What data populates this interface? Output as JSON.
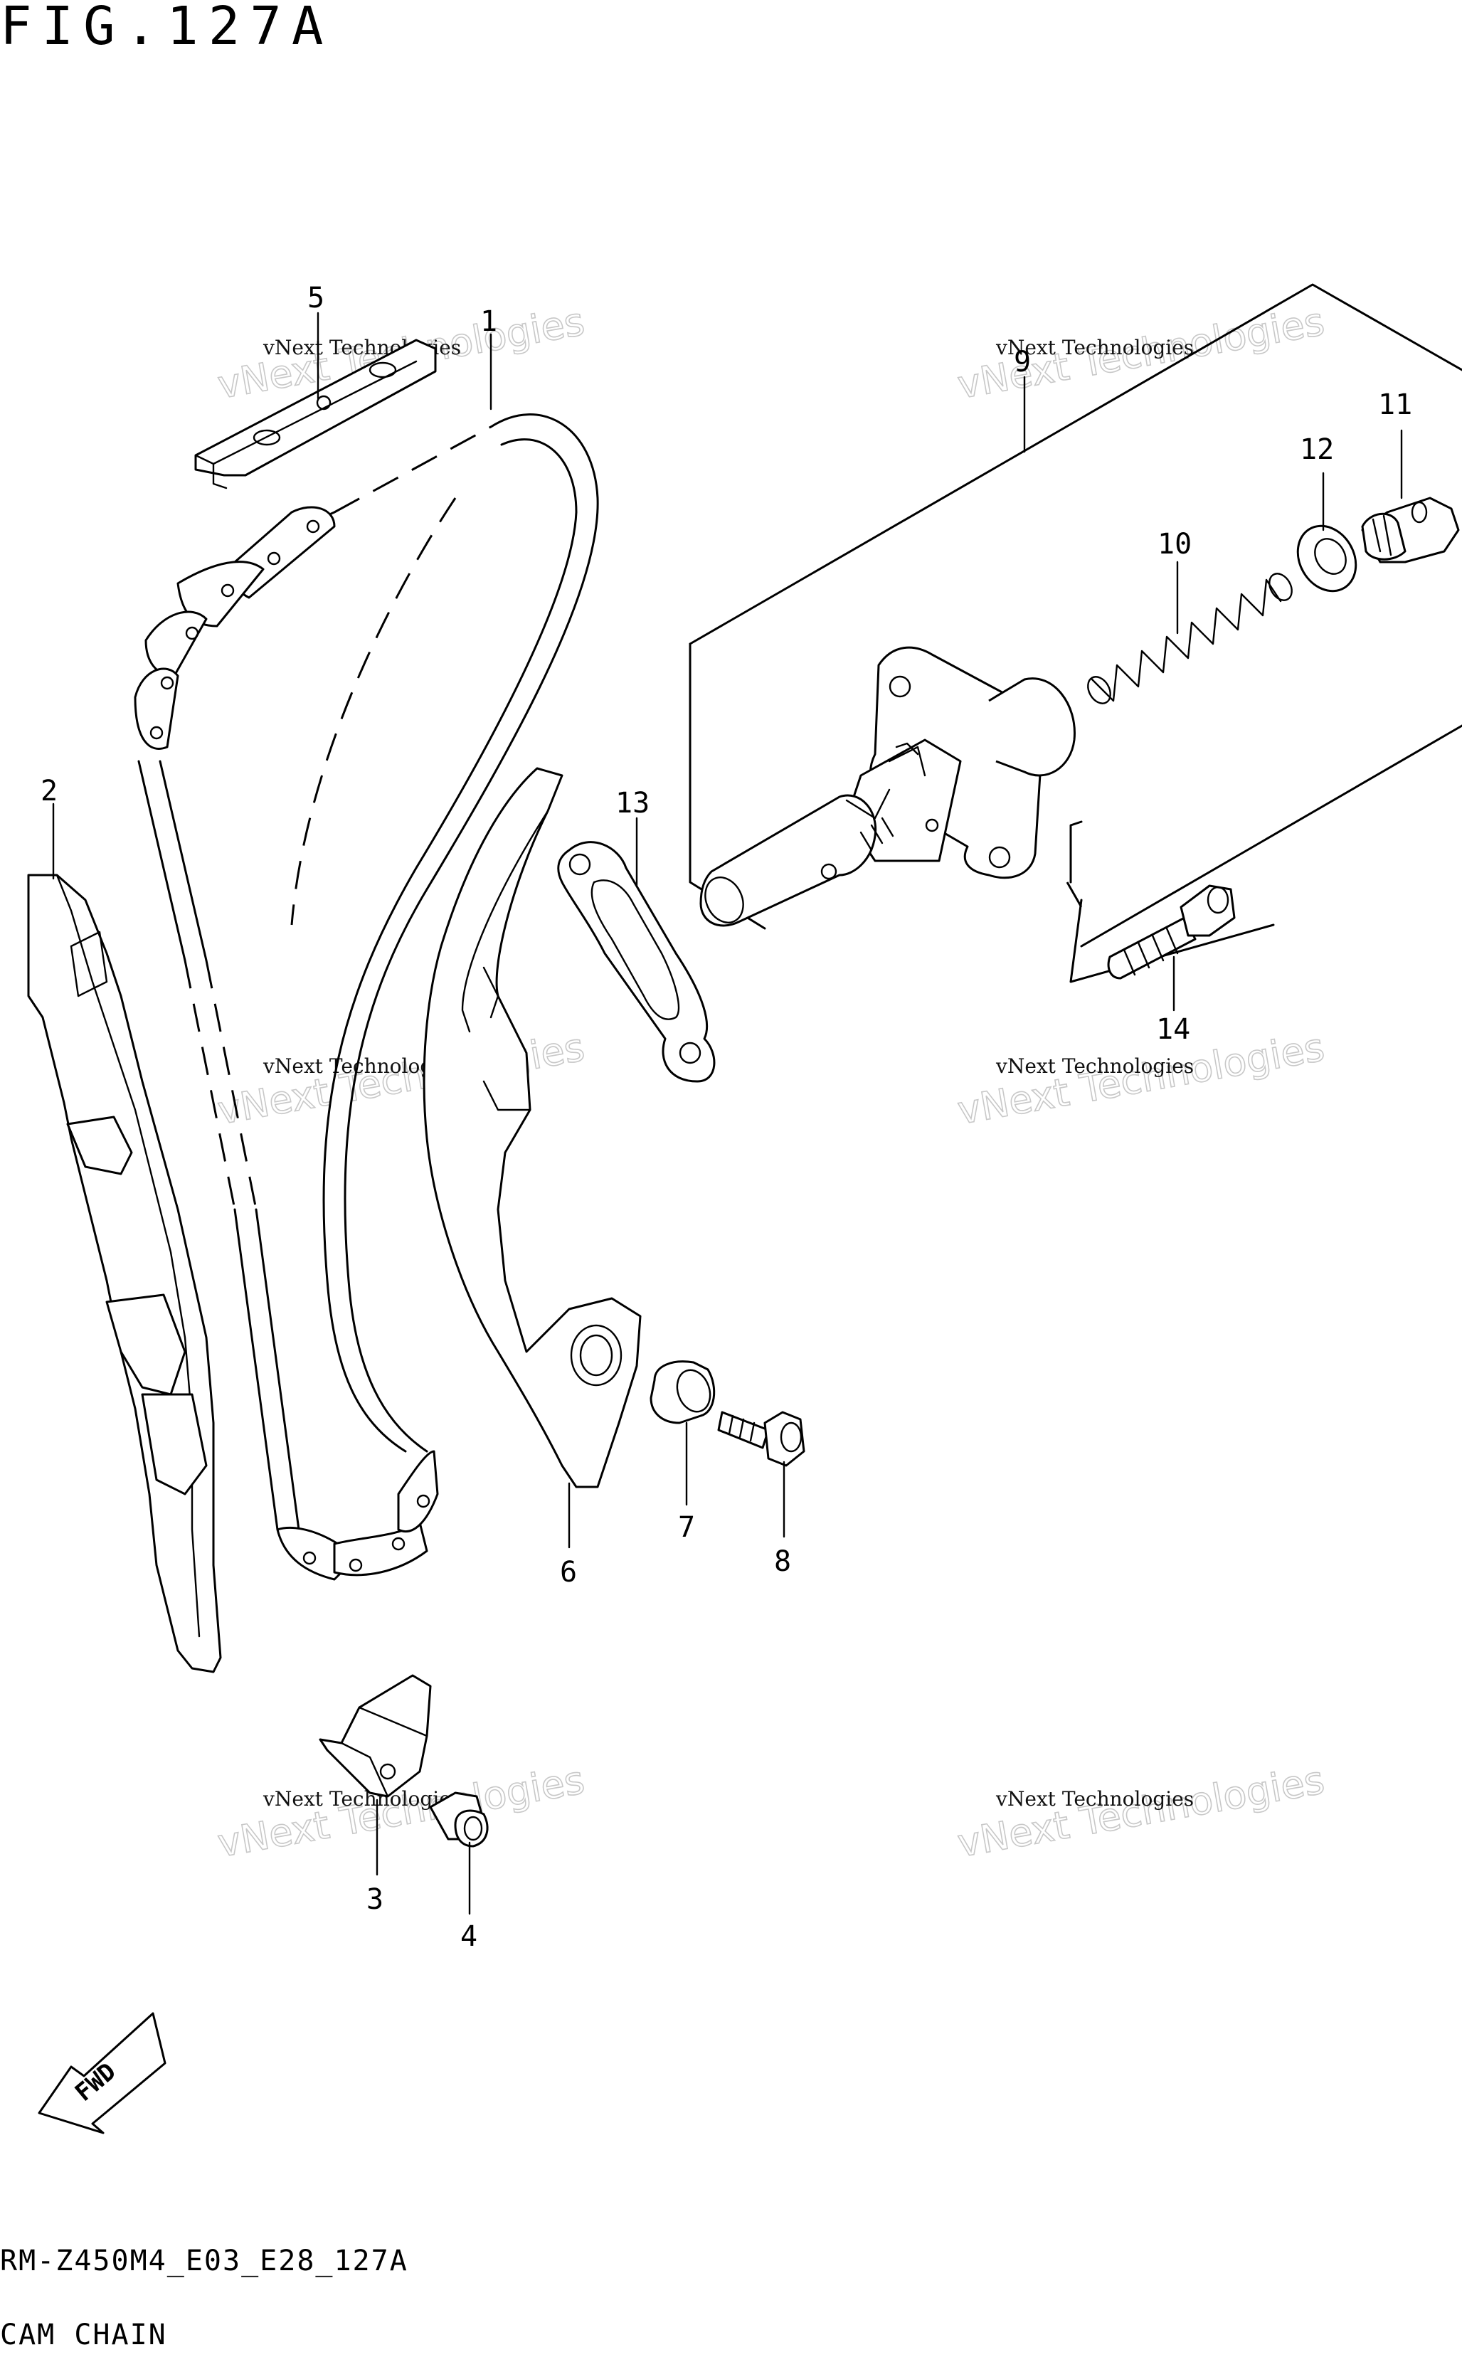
{
  "figure": {
    "title": "FIG.127A",
    "code": "RM-Z450M4_E03_E28_127A",
    "name": "CAM CHAIN"
  },
  "callouts": [
    "1",
    "2",
    "3",
    "4",
    "5",
    "6",
    "7",
    "8",
    "9",
    "10",
    "11",
    "12",
    "13",
    "14"
  ],
  "watermark": {
    "small_text": "vNext Technologies",
    "big_text": "vNext Technologies"
  },
  "fwd_label": "FWD"
}
